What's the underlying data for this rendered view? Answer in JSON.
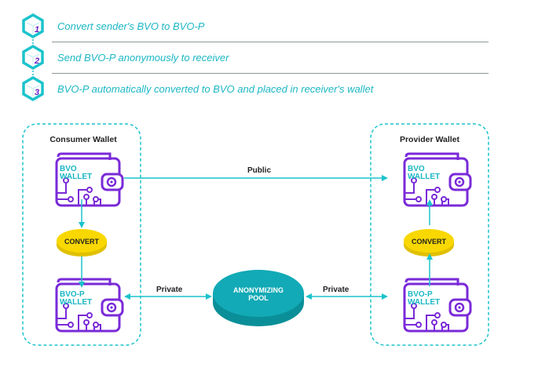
{
  "steps": [
    {
      "number": "1",
      "text": "Convert sender's BVO to BVO-P"
    },
    {
      "number": "2",
      "text": "Send BVO-P anonymously to receiver"
    },
    {
      "number": "3",
      "text": "BVO-P automatically converted to BVO and placed in receiver's wallet"
    }
  ],
  "consumer": {
    "title": "Consumer Wallet",
    "top_wallet": [
      "BVO",
      "WALLET"
    ],
    "convert": "CONVERT",
    "bottom_wallet": [
      "BVO-P",
      "WALLET"
    ]
  },
  "provider": {
    "title": "Provider Wallet",
    "top_wallet": [
      "BVO",
      "WALLET"
    ],
    "convert": "CONVERT",
    "bottom_wallet": [
      "BVO-P",
      "WALLET"
    ]
  },
  "pool": {
    "line1": "ANONYMIZING",
    "line2": "POOL"
  },
  "links": {
    "public": "Public",
    "private_left": "Private",
    "private_right": "Private"
  },
  "colors": {
    "teal": "#1bb7c4",
    "purple": "#7a2ad8",
    "yellow": "#f8d800",
    "pool": "#10a8b4"
  }
}
